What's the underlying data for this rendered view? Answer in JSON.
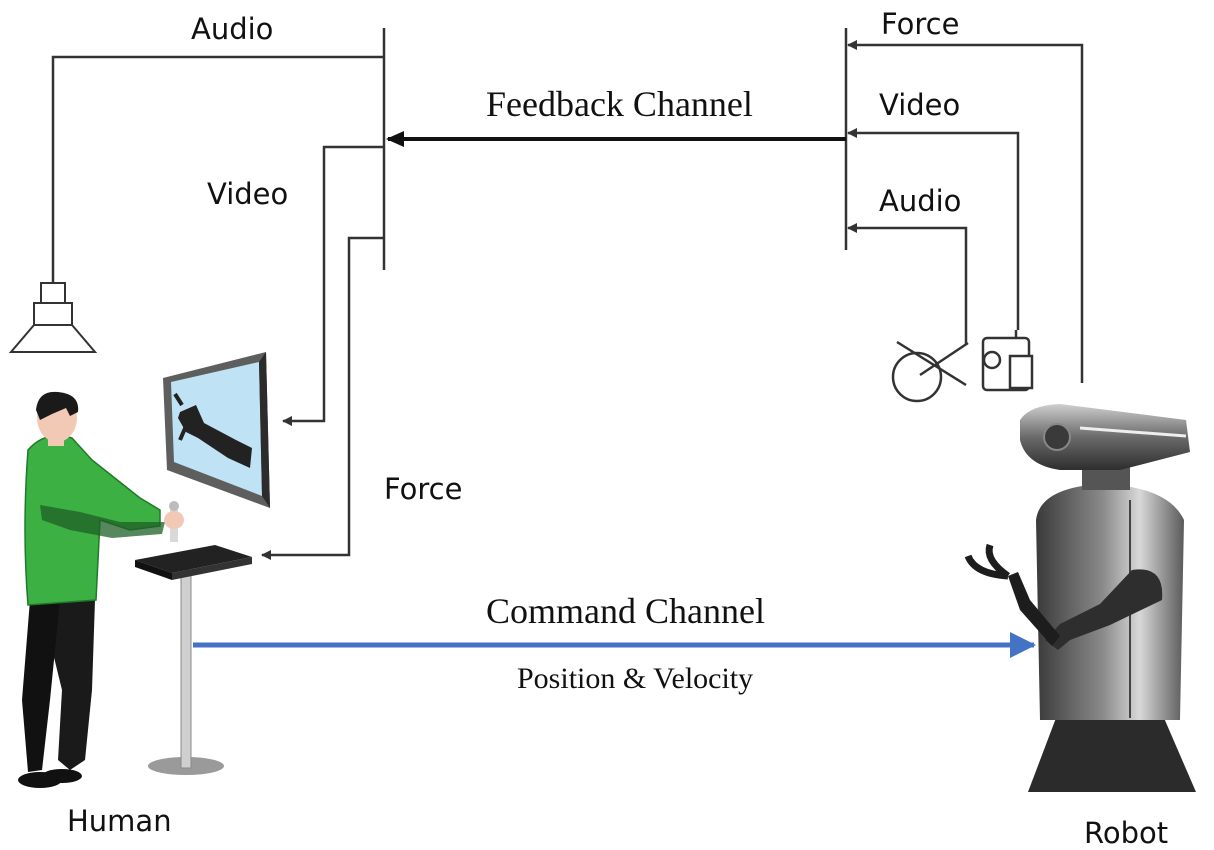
{
  "feedback": {
    "title": "Feedback Channel",
    "left_labels": {
      "audio": "Audio",
      "video": "Video",
      "force": "Force"
    },
    "right_labels": {
      "force": "Force",
      "video": "Video",
      "audio": "Audio"
    }
  },
  "command": {
    "title": "Command Channel",
    "subtitle": "Position & Velocity",
    "arrow_color": "#4472c4"
  },
  "actors": {
    "human": "Human",
    "robot": "Robot"
  },
  "colors": {
    "shirt": "#3cb043",
    "screen": "#bfe3f5",
    "line": "#333333"
  },
  "icons": [
    "speaker-icon",
    "monitor-icon",
    "haptic-device-icon",
    "microphone-icon",
    "video-camera-icon"
  ]
}
